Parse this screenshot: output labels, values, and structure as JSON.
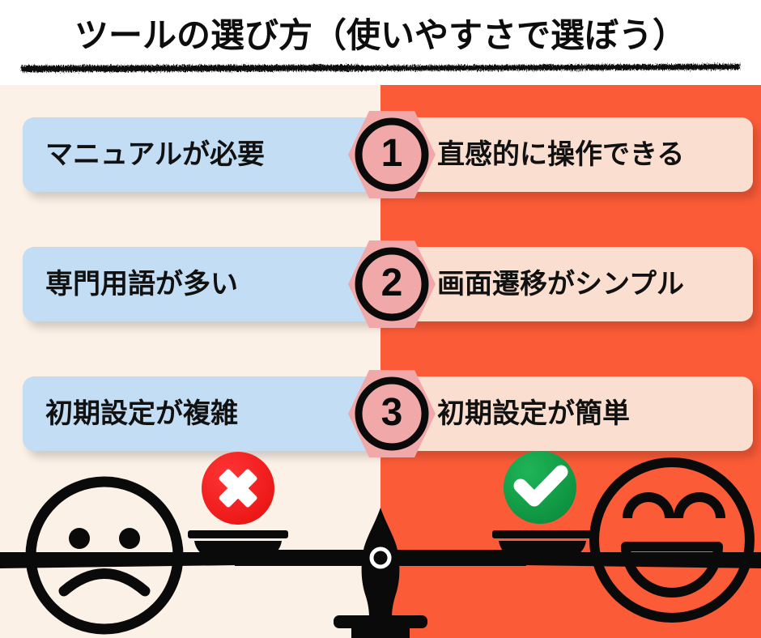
{
  "header": {
    "title": "ツールの選び方（使いやすさで選ぼう）",
    "underline_icon": "brush-stroke-underline"
  },
  "theme": {
    "left_background": "#fbf1e7",
    "right_background": "#fb5b37",
    "left_pill": "#c2ddf4",
    "right_pill": "#fadfd1",
    "badge_fill": "#f0a8a8",
    "badge_ring": "#0a0a0a",
    "reject_color": "#f41e1e",
    "accept_color": "#16a34a",
    "ink": "#111111"
  },
  "rows": [
    {
      "number": "1",
      "left_label": "マニュアルが必要",
      "right_label": "直感的に操作できる"
    },
    {
      "number": "2",
      "left_label": "専門用語が多い",
      "right_label": "画面遷移がシンプル"
    },
    {
      "number": "3",
      "left_label": "初期設定が複雑",
      "right_label": "初期設定が簡単"
    }
  ],
  "illustration": {
    "sad_face_icon": "sad-face-icon",
    "happy_face_icon": "happy-face-icon",
    "reject_icon": "cross-mark-icon",
    "accept_icon": "check-mark-icon",
    "scale_icon": "balance-scale-icon"
  }
}
